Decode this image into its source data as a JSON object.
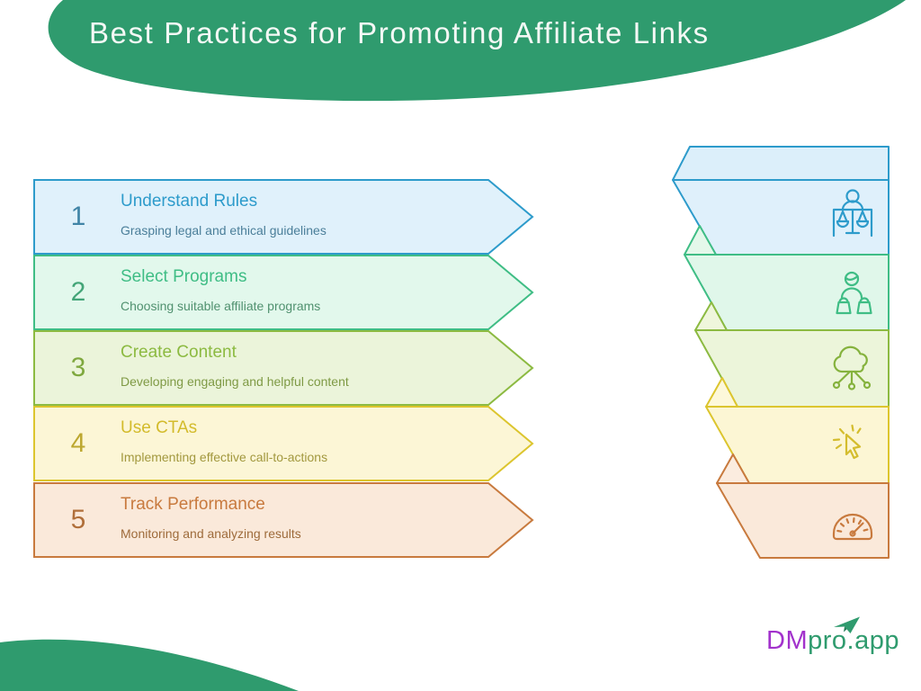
{
  "header": {
    "title": "Best Practices for Promoting Affiliate Links",
    "background_color": "#2f9b6e",
    "text_color": "#f4f8f5"
  },
  "steps": [
    {
      "number": "1",
      "title": "Understand Rules",
      "description": "Grasping legal and ethical guidelines",
      "accent_color": "#2d9bcb",
      "fill_color": "#e0f1fb",
      "icon": "justice-scales-icon"
    },
    {
      "number": "2",
      "title": "Select Programs",
      "description": "Choosing suitable affiliate programs",
      "accent_color": "#3fbd85",
      "fill_color": "#e2f8ec",
      "icon": "affiliate-person-icon"
    },
    {
      "number": "3",
      "title": "Create Content",
      "description": "Developing engaging and helpful content",
      "accent_color": "#8cba41",
      "fill_color": "#ebf4da",
      "icon": "cloud-network-icon"
    },
    {
      "number": "4",
      "title": "Use CTAs",
      "description": "Implementing effective call-to-actions",
      "accent_color": "#dcc52e",
      "fill_color": "#fcf6d6",
      "icon": "cursor-click-icon"
    },
    {
      "number": "5",
      "title": "Track Performance",
      "description": "Monitoring and analyzing results",
      "accent_color": "#c87a3e",
      "fill_color": "#fae9da",
      "icon": "gauge-icon"
    }
  ],
  "ribbon": {
    "segment_icons": [
      "justice-scales-icon",
      "affiliate-person-icon",
      "cloud-network-icon",
      "cursor-click-icon",
      "gauge-icon"
    ],
    "segment_colors": [
      "#2d9bcb",
      "#3fbd85",
      "#8cba41",
      "#dcc52e",
      "#c87a3e"
    ]
  },
  "footer": {
    "logo_prefix": "DM",
    "logo_suffix": "pro.app",
    "logo_prefix_color": "#a232cc",
    "logo_suffix_color": "#2f9b6e",
    "logo_icon": "paper-plane-icon"
  }
}
